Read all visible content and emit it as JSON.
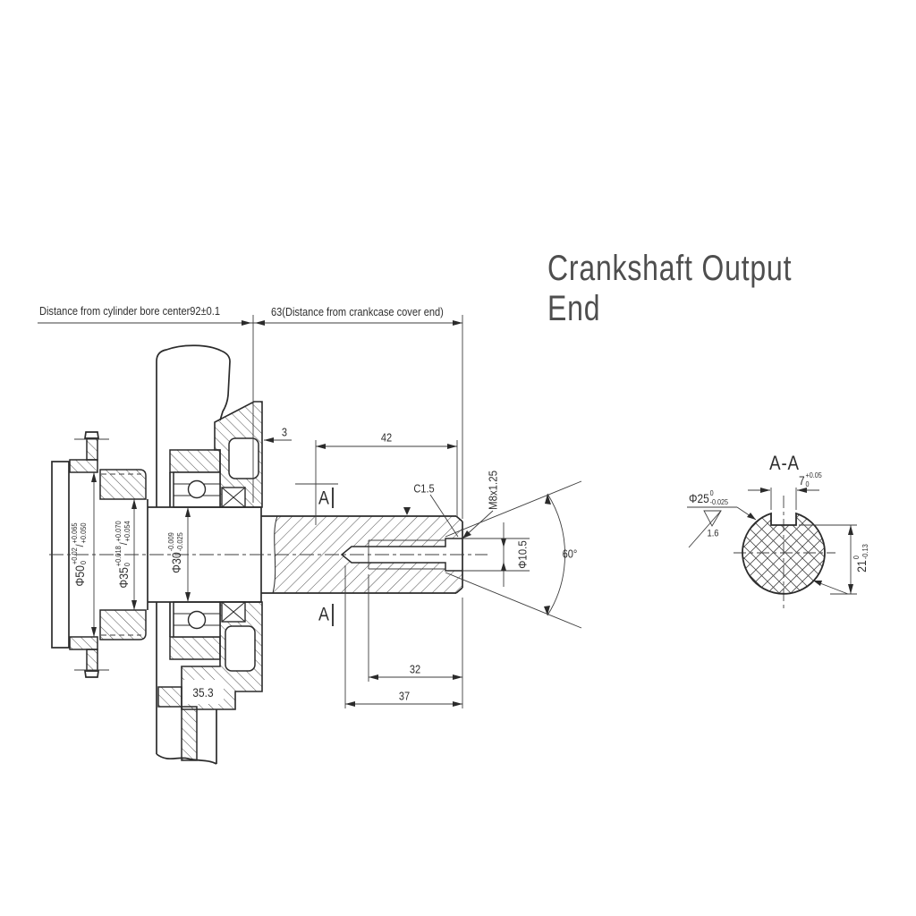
{
  "title": "Crankshaft Output End",
  "top_dims": {
    "left": "Distance from cylinder bore center92±0.1",
    "right": "63(Distance from crankcase cover end)"
  },
  "dims": {
    "d3": "3",
    "d42": "42",
    "d32": "32",
    "d37": "37",
    "d353": "35.3",
    "c15": "C1.5",
    "m8": "M8x1.25",
    "d105": "Φ10.5",
    "angle60": "60°"
  },
  "section": {
    "marker_top": "A",
    "marker_bottom": "A",
    "view_title": "A-A",
    "roughness": "1.6"
  },
  "tol_dims": {
    "phi50": {
      "main": "Φ50",
      "t1_top": "+0.02",
      "t1_bot": "0",
      "sep": "/",
      "t2_top": "+0.065",
      "t2_bot": "+0.050"
    },
    "phi35": {
      "main": "Φ35",
      "t1_top": "+0.018",
      "t1_bot": "0",
      "sep": "/",
      "t2_top": "+0.070",
      "t2_bot": "+0.054"
    },
    "phi30": {
      "main": "Φ30",
      "t1_top": "-0.009",
      "t1_bot": "-0.025"
    },
    "phi25": {
      "main": "Φ25",
      "t1_top": "0",
      "t1_bot": "-0.025"
    },
    "key_width": {
      "main": "7",
      "t1_top": "+0.05",
      "t1_bot": "0"
    },
    "key_height": {
      "main": "21",
      "t1_top": "0",
      "t1_bot": "-0.13"
    }
  },
  "colors": {
    "line": "#2b2b2b",
    "thin": "#3e3e3e",
    "background": "#ffffff",
    "title_text": "#4e4e4e"
  }
}
